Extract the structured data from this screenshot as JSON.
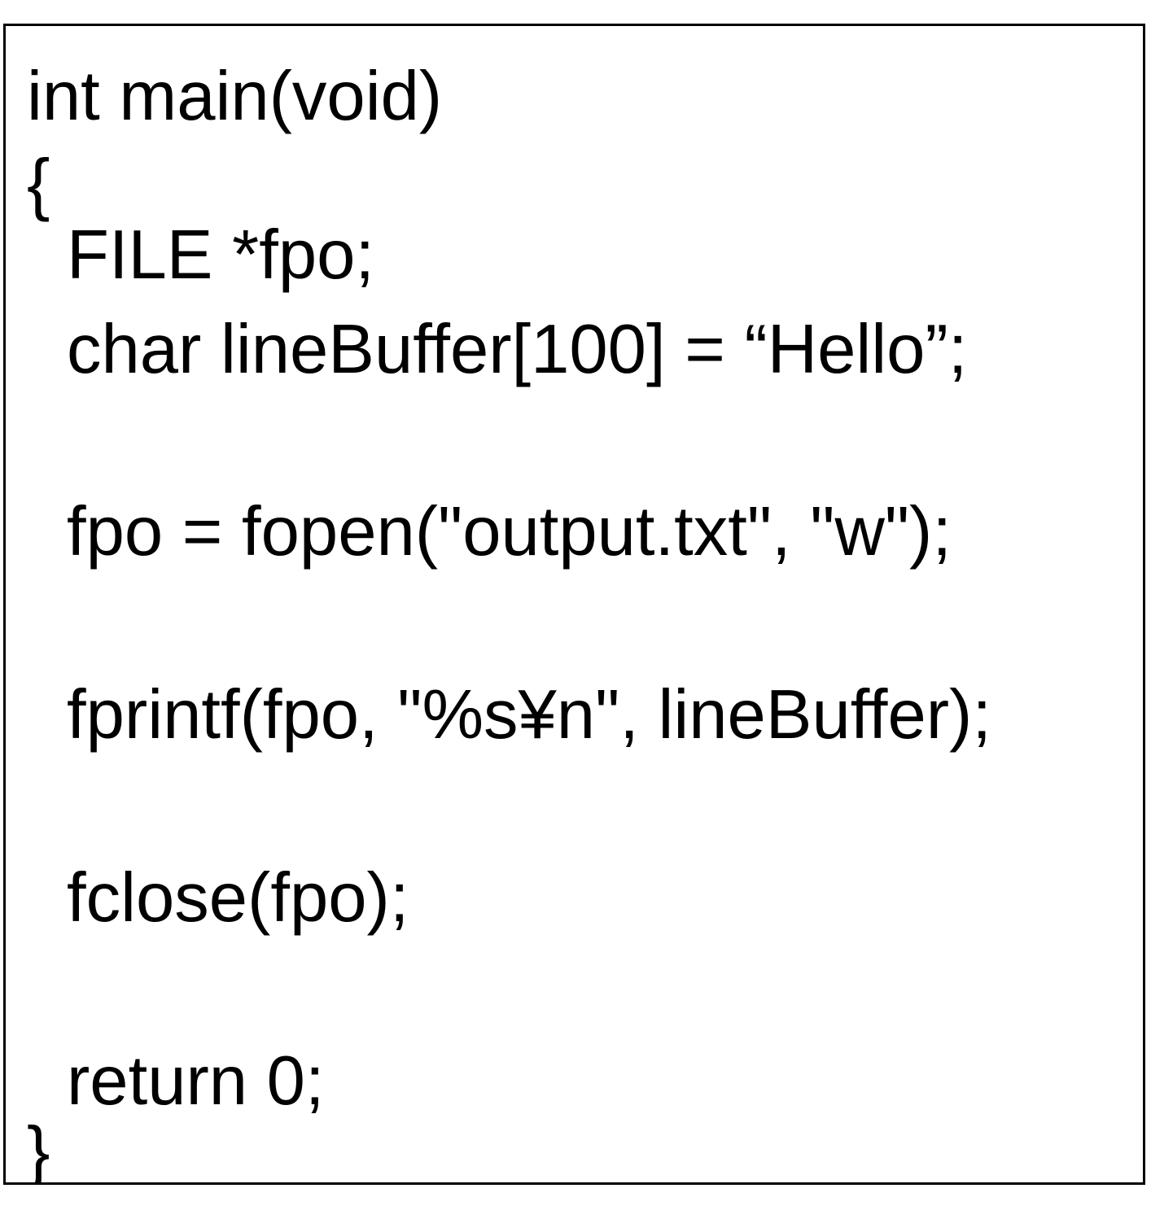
{
  "code": {
    "lines": [
      "int main(void)",
      "{",
      "FILE *fpo;",
      "char lineBuffer[100] = “Hello”;",
      "fpo = fopen(\"output.txt\", \"w\");",
      "fprintf(fpo, \"%s¥n\", lineBuffer);",
      "fclose(fpo);",
      "return 0;",
      "}"
    ]
  },
  "colors": {
    "text": "#000000",
    "border": "#000000",
    "background": "#ffffff"
  }
}
